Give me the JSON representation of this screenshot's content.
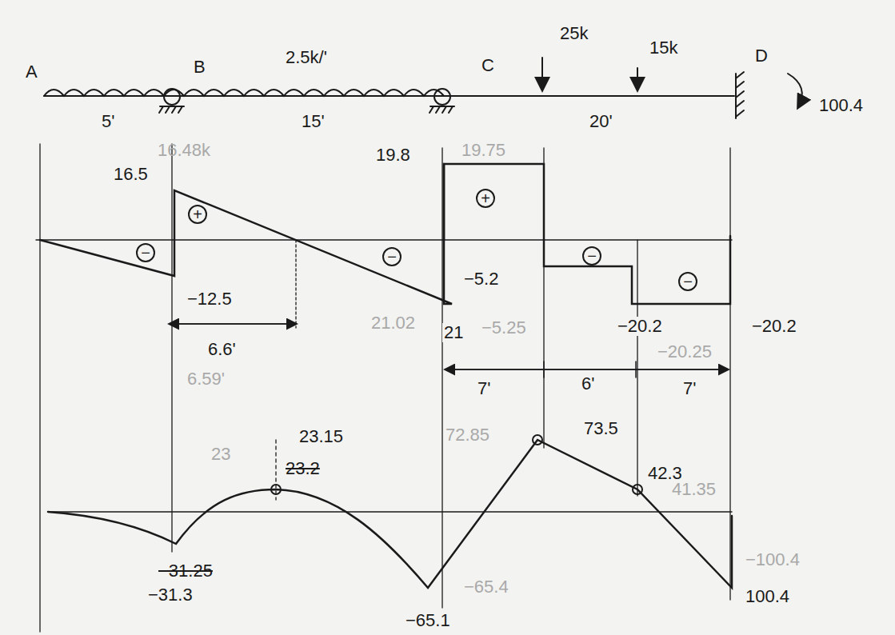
{
  "diagram": {
    "labels": [
      "A",
      "B",
      "2.5k/'",
      "C",
      "25k",
      "15k",
      "D",
      "100.4",
      "5'",
      "15'",
      "20'",
      "16.48k",
      "16.5",
      "+",
      "−",
      "−",
      "−12.5",
      "6.6'",
      "6.59'",
      "19.8",
      "19.75",
      "+",
      "−5.2",
      "21.02",
      "21",
      "−5.25",
      "−",
      "−",
      "−20.2",
      "−20.2",
      "−20.25",
      "7'",
      "6'",
      "7'",
      "23",
      "23.15",
      "23.2",
      "72.85",
      "73.5",
      "42.3",
      "41.35",
      "−31.25",
      "−31.3",
      "−65.4",
      "−65.1",
      "−100.4",
      "100.4"
    ]
  }
}
